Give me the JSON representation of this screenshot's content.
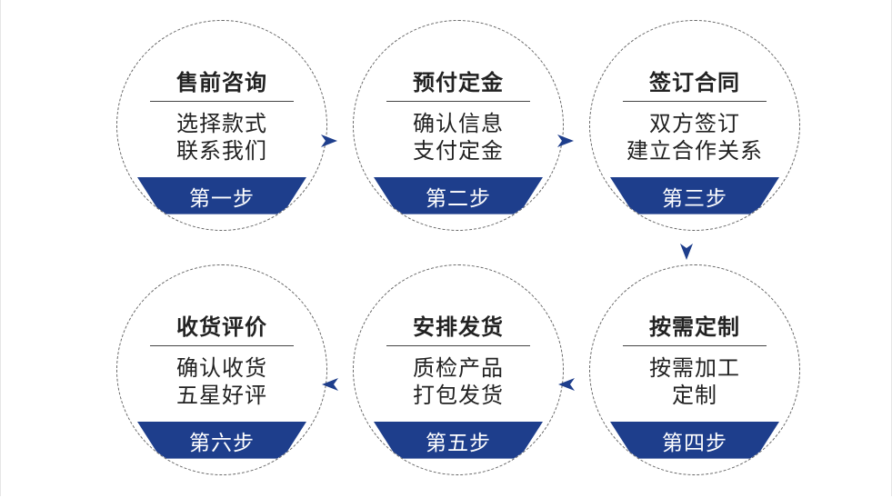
{
  "colors": {
    "band": "#1e3e8c",
    "arrow": "#1e3e8c",
    "border": "#666666"
  },
  "steps": [
    {
      "title": "售前咨询",
      "lines": [
        "选择款式",
        "联系我们"
      ],
      "step": "第一步"
    },
    {
      "title": "预付定金",
      "lines": [
        "确认信息",
        "支付定金"
      ],
      "step": "第二步"
    },
    {
      "title": "签订合同",
      "lines": [
        "双方签订",
        "建立合作关系"
      ],
      "step": "第三步"
    },
    {
      "title": "按需定制",
      "lines": [
        "按需加工",
        "定制"
      ],
      "step": "第四步"
    },
    {
      "title": "安排发货",
      "lines": [
        "质检产品",
        "打包发货"
      ],
      "step": "第五步"
    },
    {
      "title": "收货评价",
      "lines": [
        "确认收货",
        "五星好评"
      ],
      "step": "第六步"
    }
  ],
  "arrows": [
    "arrow-right-icon",
    "arrow-right-icon",
    "arrow-down-icon",
    "arrow-left-icon",
    "arrow-left-icon"
  ]
}
